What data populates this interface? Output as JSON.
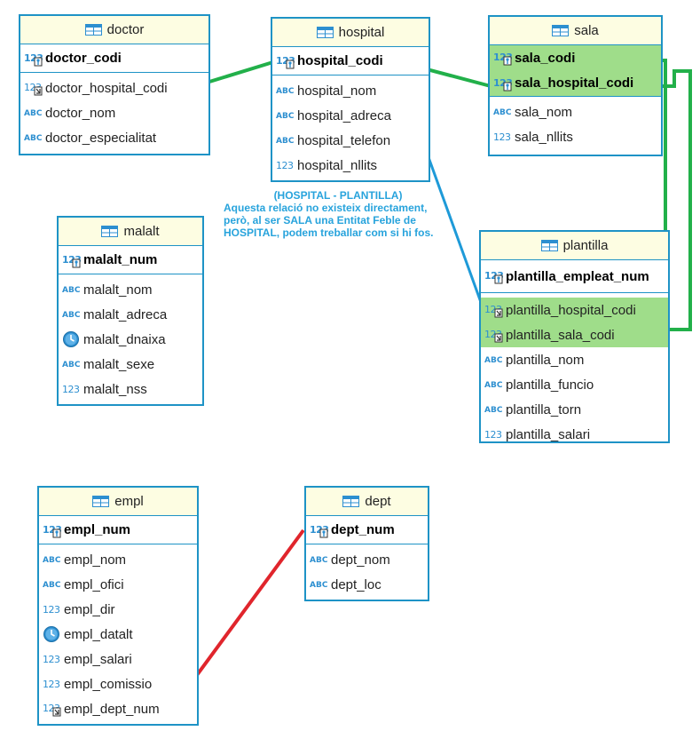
{
  "colors": {
    "entity_border": "#1e93c6",
    "header_bg": "#fdfde2",
    "highlight": "#9fdd8a",
    "rel_green": "#22b04a",
    "rel_blue": "#1e9ad8",
    "rel_red": "#e0252c",
    "note_text": "#27a3dc"
  },
  "entities": {
    "doctor": {
      "title": "doctor",
      "pk": "doctor_codi",
      "cols": [
        {
          "name": "doctor_hospital_codi",
          "icon": "num-fk-icon"
        },
        {
          "name": "doctor_nom",
          "icon": "text-icon"
        },
        {
          "name": "doctor_especialitat",
          "icon": "text-icon"
        }
      ]
    },
    "hospital": {
      "title": "hospital",
      "pk": "hospital_codi",
      "cols": [
        {
          "name": "hospital_nom",
          "icon": "text-icon"
        },
        {
          "name": "hospital_adreca",
          "icon": "text-icon"
        },
        {
          "name": "hospital_telefon",
          "icon": "text-icon"
        },
        {
          "name": "hospital_nllits",
          "icon": "num-icon"
        }
      ]
    },
    "sala": {
      "title": "sala",
      "pk": "sala_codi",
      "pk2": "sala_hospital_codi",
      "cols": [
        {
          "name": "sala_nom",
          "icon": "text-icon"
        },
        {
          "name": "sala_nllits",
          "icon": "num-icon"
        }
      ]
    },
    "malalt": {
      "title": "malalt",
      "pk": "malalt_num",
      "cols": [
        {
          "name": "malalt_nom",
          "icon": "text-icon"
        },
        {
          "name": "malalt_adreca",
          "icon": "text-icon"
        },
        {
          "name": "malalt_dnaixa",
          "icon": "clock-icon"
        },
        {
          "name": "malalt_sexe",
          "icon": "text-icon"
        },
        {
          "name": "malalt_nss",
          "icon": "num-icon"
        }
      ]
    },
    "plantilla": {
      "title": "plantilla",
      "pk": "plantilla_empleat_num",
      "cols": [
        {
          "name": "plantilla_hospital_codi",
          "icon": "num-fk-icon"
        },
        {
          "name": "plantilla_sala_codi",
          "icon": "num-fk-icon"
        },
        {
          "name": "plantilla_nom",
          "icon": "text-icon"
        },
        {
          "name": "plantilla_funcio",
          "icon": "text-icon"
        },
        {
          "name": "plantilla_torn",
          "icon": "text-icon"
        },
        {
          "name": "plantilla_salari",
          "icon": "num-icon"
        }
      ]
    },
    "empl": {
      "title": "empl",
      "pk": "empl_num",
      "cols": [
        {
          "name": "empl_nom",
          "icon": "text-icon"
        },
        {
          "name": "empl_ofici",
          "icon": "text-icon"
        },
        {
          "name": "empl_dir",
          "icon": "num-icon"
        },
        {
          "name": "empl_datalt",
          "icon": "clock-icon"
        },
        {
          "name": "empl_salari",
          "icon": "num-icon"
        },
        {
          "name": "empl_comissio",
          "icon": "num-icon"
        },
        {
          "name": "empl_dept_num",
          "icon": "num-fk-icon"
        }
      ]
    },
    "dept": {
      "title": "dept",
      "pk": "dept_num",
      "cols": [
        {
          "name": "dept_nom",
          "icon": "text-icon"
        },
        {
          "name": "dept_loc",
          "icon": "text-icon"
        }
      ]
    }
  },
  "note": {
    "line1": "(HOSPITAL - PLANTILLA)",
    "line2": "Aquesta relació no existeix directament,",
    "line3": "però, al ser SALA una Entitat Feble de",
    "line4": "HOSPITAL, podem treballar com si hi fos."
  }
}
